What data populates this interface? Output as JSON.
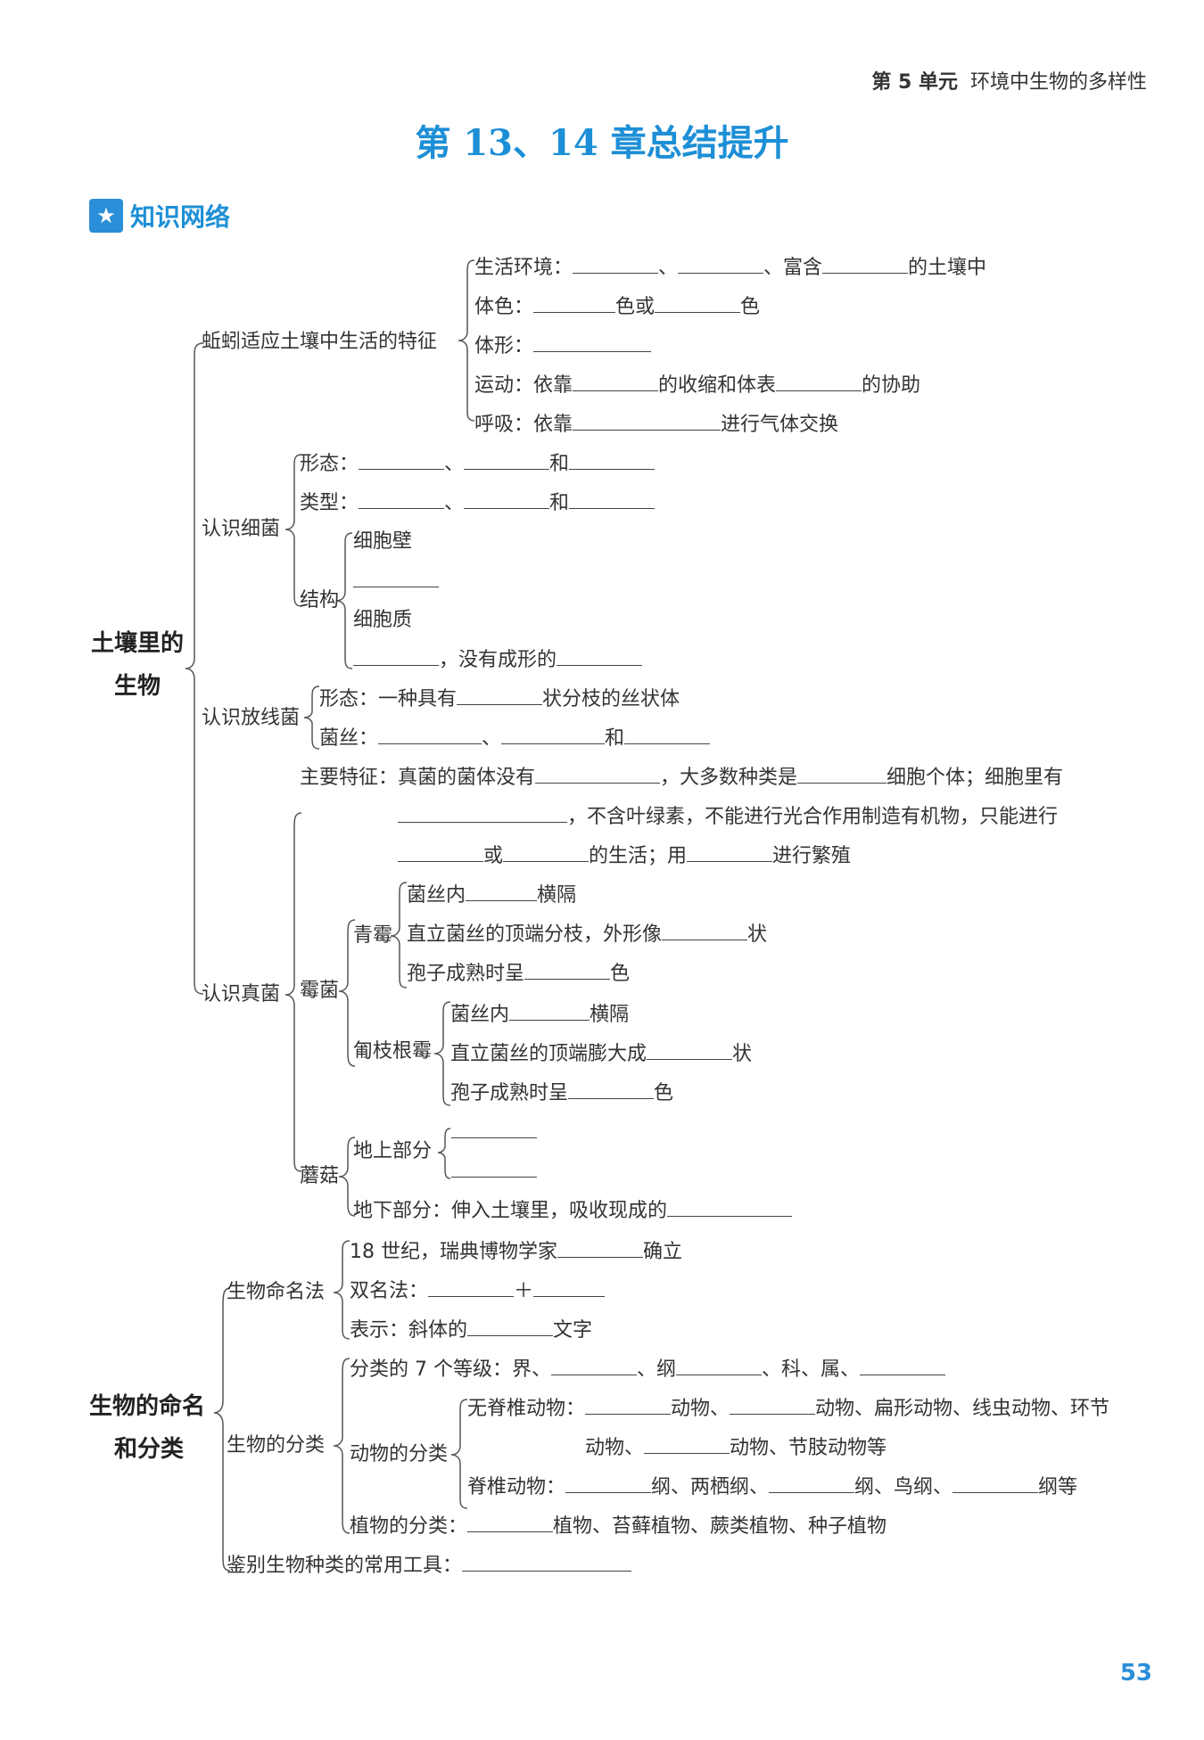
{
  "header": {
    "unit": "第 5 单元",
    "unit_title": "环境中生物的多样性"
  },
  "title": "第 13、14 章总结提升",
  "section": {
    "label": "知识网络",
    "icon": "star-icon"
  },
  "page_number": "53",
  "groups": {
    "g1": "土壤里的",
    "g1b": "生物",
    "g2": "生物的命名",
    "g2b": "和分类"
  },
  "earthworm": {
    "title": "蚯蚓适应土壤中生活的特征",
    "habitat_a": "生活环境：",
    "habitat_sep1": "、",
    "habitat_sep2": "、富含",
    "habitat_end": "的土壤中",
    "color_a": "体色：",
    "color_b": "色或",
    "color_c": "色",
    "shape": "体形：",
    "move_a": "运动：依靠",
    "move_b": "的收缩和体表",
    "move_c": "的协助",
    "breath_a": "呼吸：依靠",
    "breath_b": "进行气体交换"
  },
  "bacteria": {
    "title": "认识细菌",
    "form": "形态：",
    "type": "类型：",
    "sep": "、",
    "and": "和",
    "structure": "结构",
    "wall": "细胞壁",
    "cyto": "细胞质",
    "nucleus_b": "，没有成形的"
  },
  "actino": {
    "title": "认识放线菌",
    "form_a": "形态：一种具有",
    "form_b": "状分枝的丝状体",
    "hypha": "菌丝：",
    "sep": "、",
    "and": "和"
  },
  "fungi": {
    "title": "认识真菌",
    "main_a": "主要特征：真菌的菌体没有",
    "main_b": "，大多数种类是",
    "main_c": "细胞个体；细胞里有",
    "main_d": "，不含叶绿素，不能进行光合作用制造有机物，只能进行",
    "main_e": "或",
    "main_f": "的生活；用",
    "main_g": "进行繁殖",
    "mold": "霉菌",
    "penicillium": "青霉",
    "p1a": "菌丝内",
    "p1b": "横隔",
    "p2a": "直立菌丝的顶端分枝，外形像",
    "p2b": "状",
    "p3a": "孢子成熟时呈",
    "p3b": "色",
    "rhizopus": "匍枝根霉",
    "r2a": "直立菌丝的顶端膨大成",
    "mushroom": "蘑菇",
    "above": "地上部分",
    "below": "地下部分：伸入土壤里，吸收现成的"
  },
  "naming": {
    "title": "生物命名法",
    "line1a": "18 世纪，瑞典博物学家",
    "line1b": "确立",
    "line2": "双名法：",
    "plus": "＋",
    "line3a": "表示：斜体的",
    "line3b": "文字"
  },
  "classify": {
    "title": "生物的分类",
    "ranks_a": "分类的 7 个等级：界、",
    "ranks_b": "、纲",
    "ranks_c": "、科、属、",
    "animal": "动物的分类",
    "inv_a": "无脊椎动物：",
    "inv_b": "动物、",
    "inv_c": "动物、扁形动物、线虫动物、环节",
    "inv_d": "动物、",
    "inv_e": "动物、节肢动物等",
    "vert_a": "脊椎动物：",
    "vert_b": "纲、两栖纲、",
    "vert_c": "纲、鸟纲、",
    "vert_d": "纲等",
    "plant_a": "植物的分类：",
    "plant_b": "植物、苔藓植物、蕨类植物、种子植物"
  },
  "tool": "鉴别生物种类的常用工具："
}
